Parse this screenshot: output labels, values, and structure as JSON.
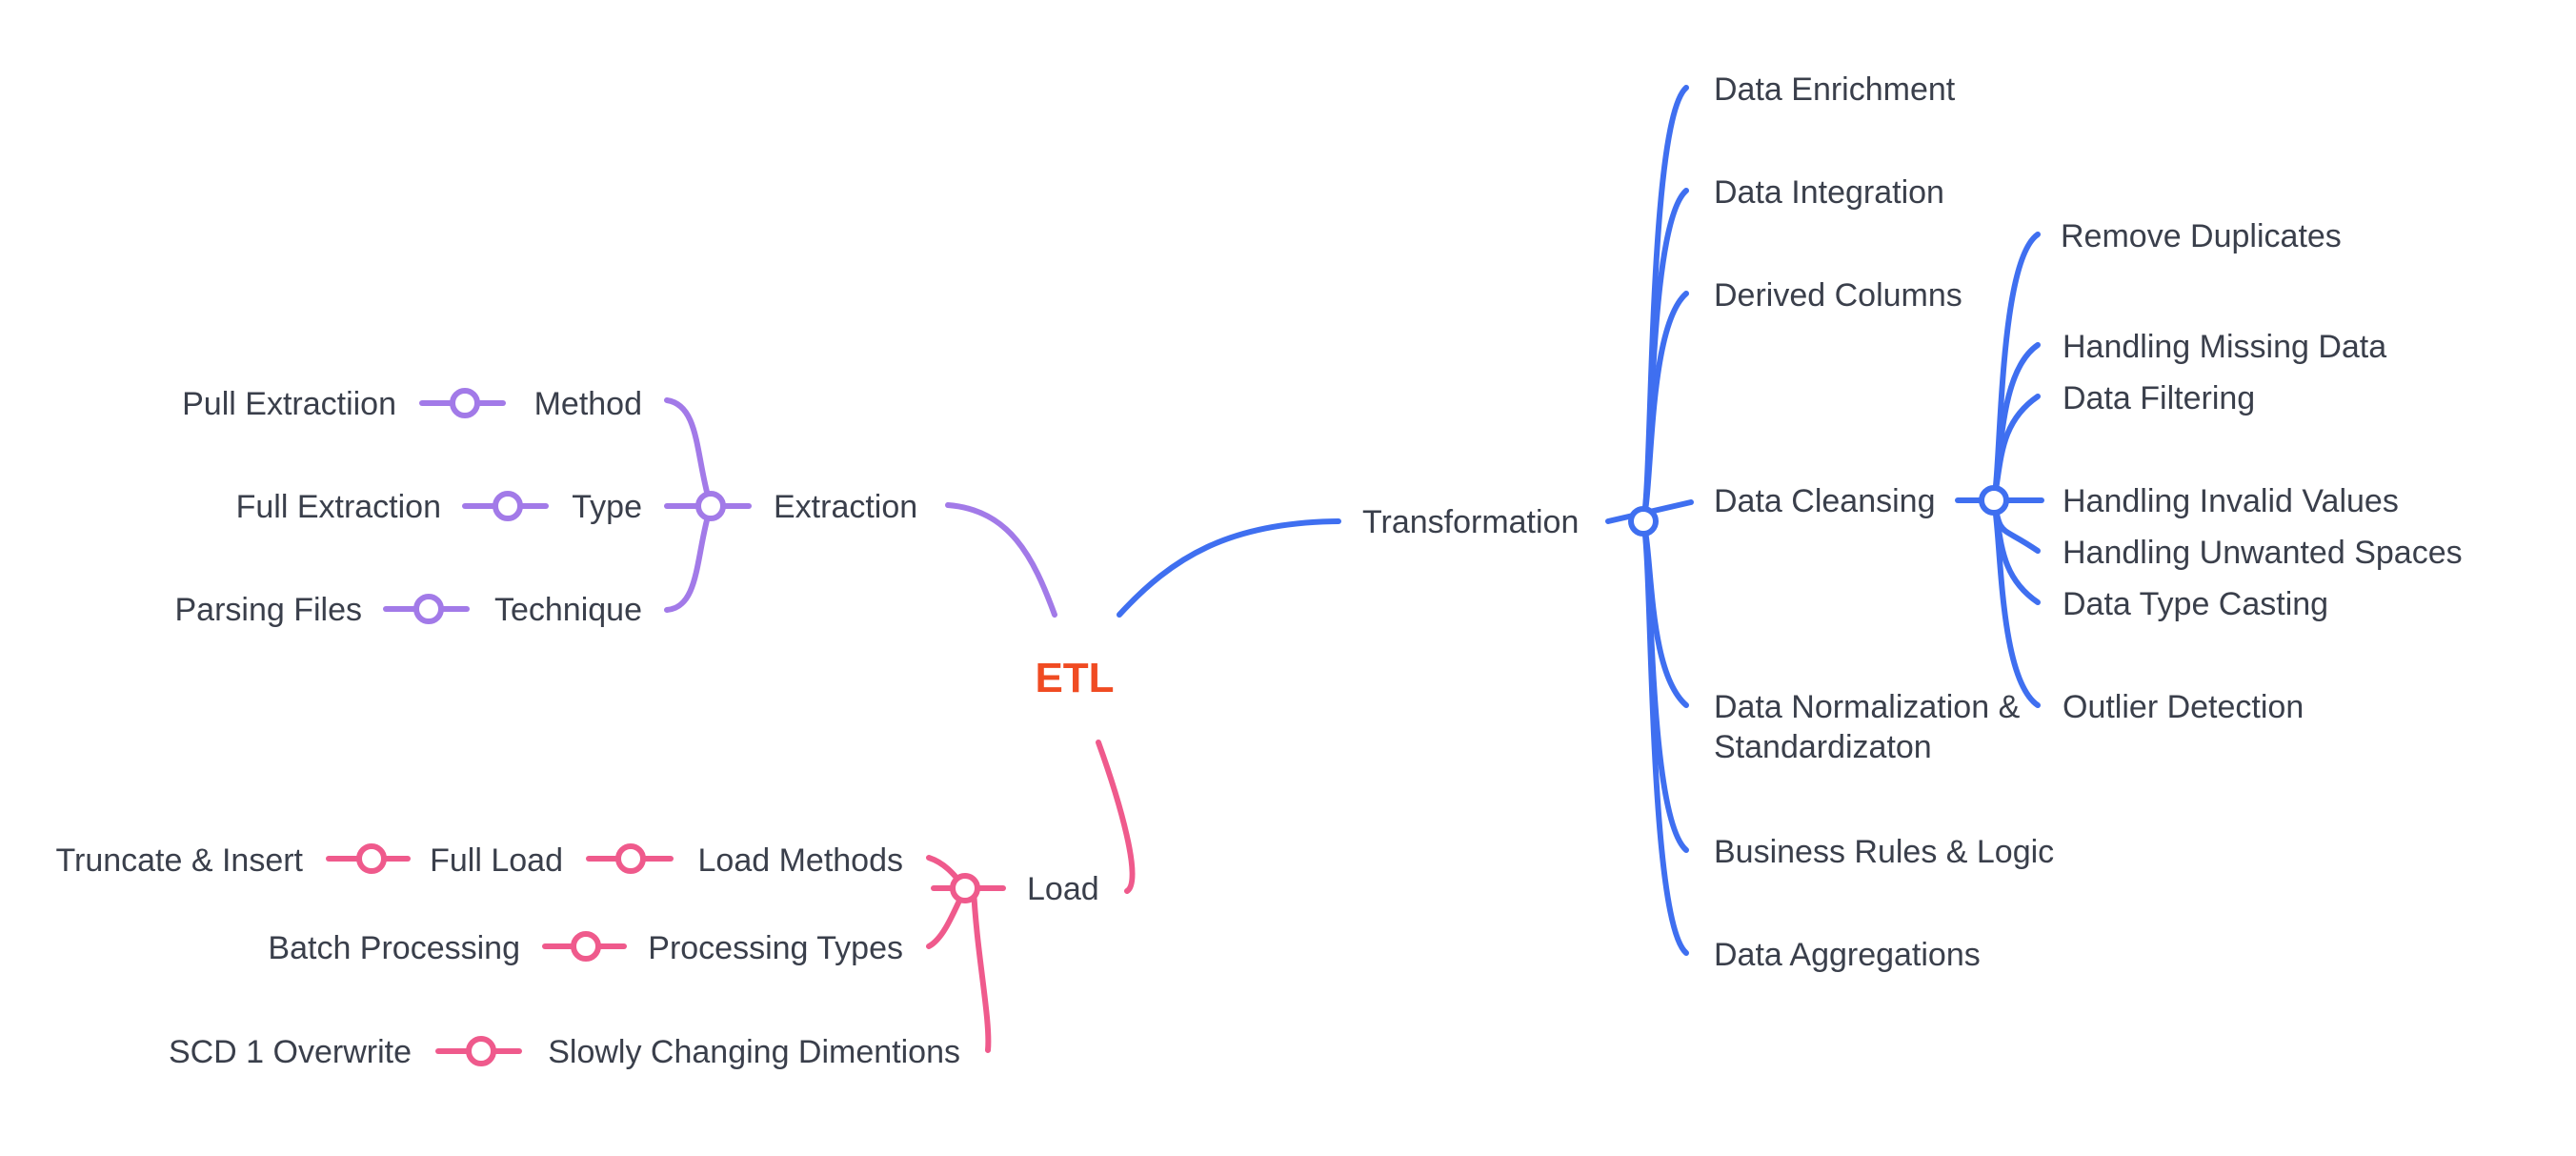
{
  "root": {
    "label": "ETL",
    "color": "#f04b22"
  },
  "colors": {
    "extraction": "#a27ae8",
    "load": "#ef5a8c",
    "transformation": "#3f6ff0"
  },
  "extraction": {
    "label": "Extraction",
    "children": [
      {
        "label": "Method",
        "leaf": "Pull Extractiion"
      },
      {
        "label": "Type",
        "leaf": "Full Extraction"
      },
      {
        "label": "Technique",
        "leaf": "Parsing Files"
      }
    ]
  },
  "load": {
    "label": "Load",
    "children": [
      {
        "label": "Load Methods",
        "sub": "Full Load",
        "leaf": "Truncate & Insert"
      },
      {
        "label": "Processing Types",
        "leaf": "Batch Processing"
      },
      {
        "label": "Slowly Changing Dimentions",
        "leaf": "SCD 1 Overwrite"
      }
    ]
  },
  "transformation": {
    "label": "Transformation",
    "children": [
      "Data Enrichment",
      "Data Integration",
      "Derived Columns",
      "Data Cleansing",
      "Data Normalization & Standardizaton",
      "Business Rules & Logic",
      "Data Aggregations"
    ],
    "cleansing": [
      "Remove Duplicates",
      "Handling Missing Data",
      "Data Filtering",
      "Handling Invalid Values",
      "Handling Unwanted Spaces",
      "Data Type Casting",
      "Outlier Detection"
    ]
  }
}
